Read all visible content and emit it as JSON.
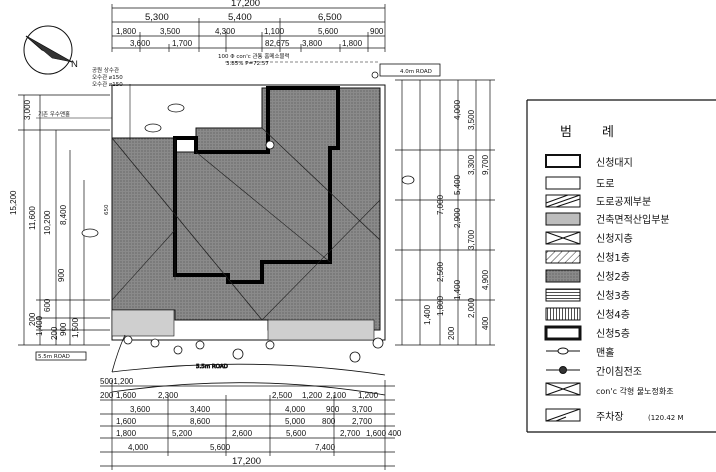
{
  "plan": {
    "top_dims": {
      "row1": [
        "17,200"
      ],
      "row2": [
        "5,300",
        "5,400",
        "6,500"
      ],
      "row3": [
        "1,800",
        "3,500",
        "4,300",
        "1,100",
        "5,600",
        "900"
      ],
      "row4": [
        "3,600",
        "1,700",
        "82,675",
        "3,800",
        "1,800"
      ]
    },
    "bottom_dims": {
      "row1": [
        "5001,200"
      ],
      "row2": [
        "200",
        "1,600",
        "2,300",
        "2,500",
        "1,200",
        "2,100",
        "1,200"
      ],
      "row3": [
        "3,600",
        "3,400",
        "4,000",
        "900",
        "3,700"
      ],
      "row4": [
        "1,600",
        "8,600",
        "5,000",
        "800",
        "2,700"
      ],
      "row5": [
        "1,800",
        "5,200",
        "2,600",
        "5,600",
        "2,700",
        "1,600",
        "400"
      ],
      "row6": [
        "4,000",
        "5,600",
        "7,400"
      ],
      "row7": [
        "17,200"
      ]
    },
    "left_dims": [
      "3,000",
      "15,200",
      "11,600",
      "10,200",
      "8,400",
      "650",
      "200",
      "1,400",
      "900",
      "600",
      "200",
      "1,500",
      "900"
    ],
    "right_dims": [
      "4,000",
      "3,500",
      "9,700",
      "3,300",
      "5,400",
      "7,000",
      "2,900",
      "3,700",
      "4,900",
      "2,500",
      "1,400",
      "1,800",
      "1,400",
      "2,000",
      "200",
      "400"
    ],
    "notes": {
      "road_top": "4.0m ROAD",
      "road_left": "5.5m ROAD",
      "road_bottom": "5.5m ROAD",
      "conc_note": "100 Φ con'c 관통 홈메소블럭",
      "conc_note2": "3.85% P=72.57",
      "note_a": "공원 상수관",
      "note_b": "오수관 ⌀150",
      "note_c": "오수관 ⌀150",
      "note_d": "기존 우수맨홀"
    },
    "north": "N"
  },
  "legend": {
    "title": "범례",
    "items": [
      {
        "label": "신청대지"
      },
      {
        "label": "도로"
      },
      {
        "label": "도로공제부분"
      },
      {
        "label": "건축면적산입부분"
      },
      {
        "label": "신청지층"
      },
      {
        "label": "신청1층"
      },
      {
        "label": "신청2층"
      },
      {
        "label": "신청3층"
      },
      {
        "label": "신청4층"
      },
      {
        "label": "신청5층"
      },
      {
        "label": "맨홀"
      },
      {
        "label": "간이침전조"
      },
      {
        "label": "con'c 각형 물노정화조"
      },
      {
        "label": "주차장",
        "extra": "(120.42 M"
      }
    ]
  }
}
